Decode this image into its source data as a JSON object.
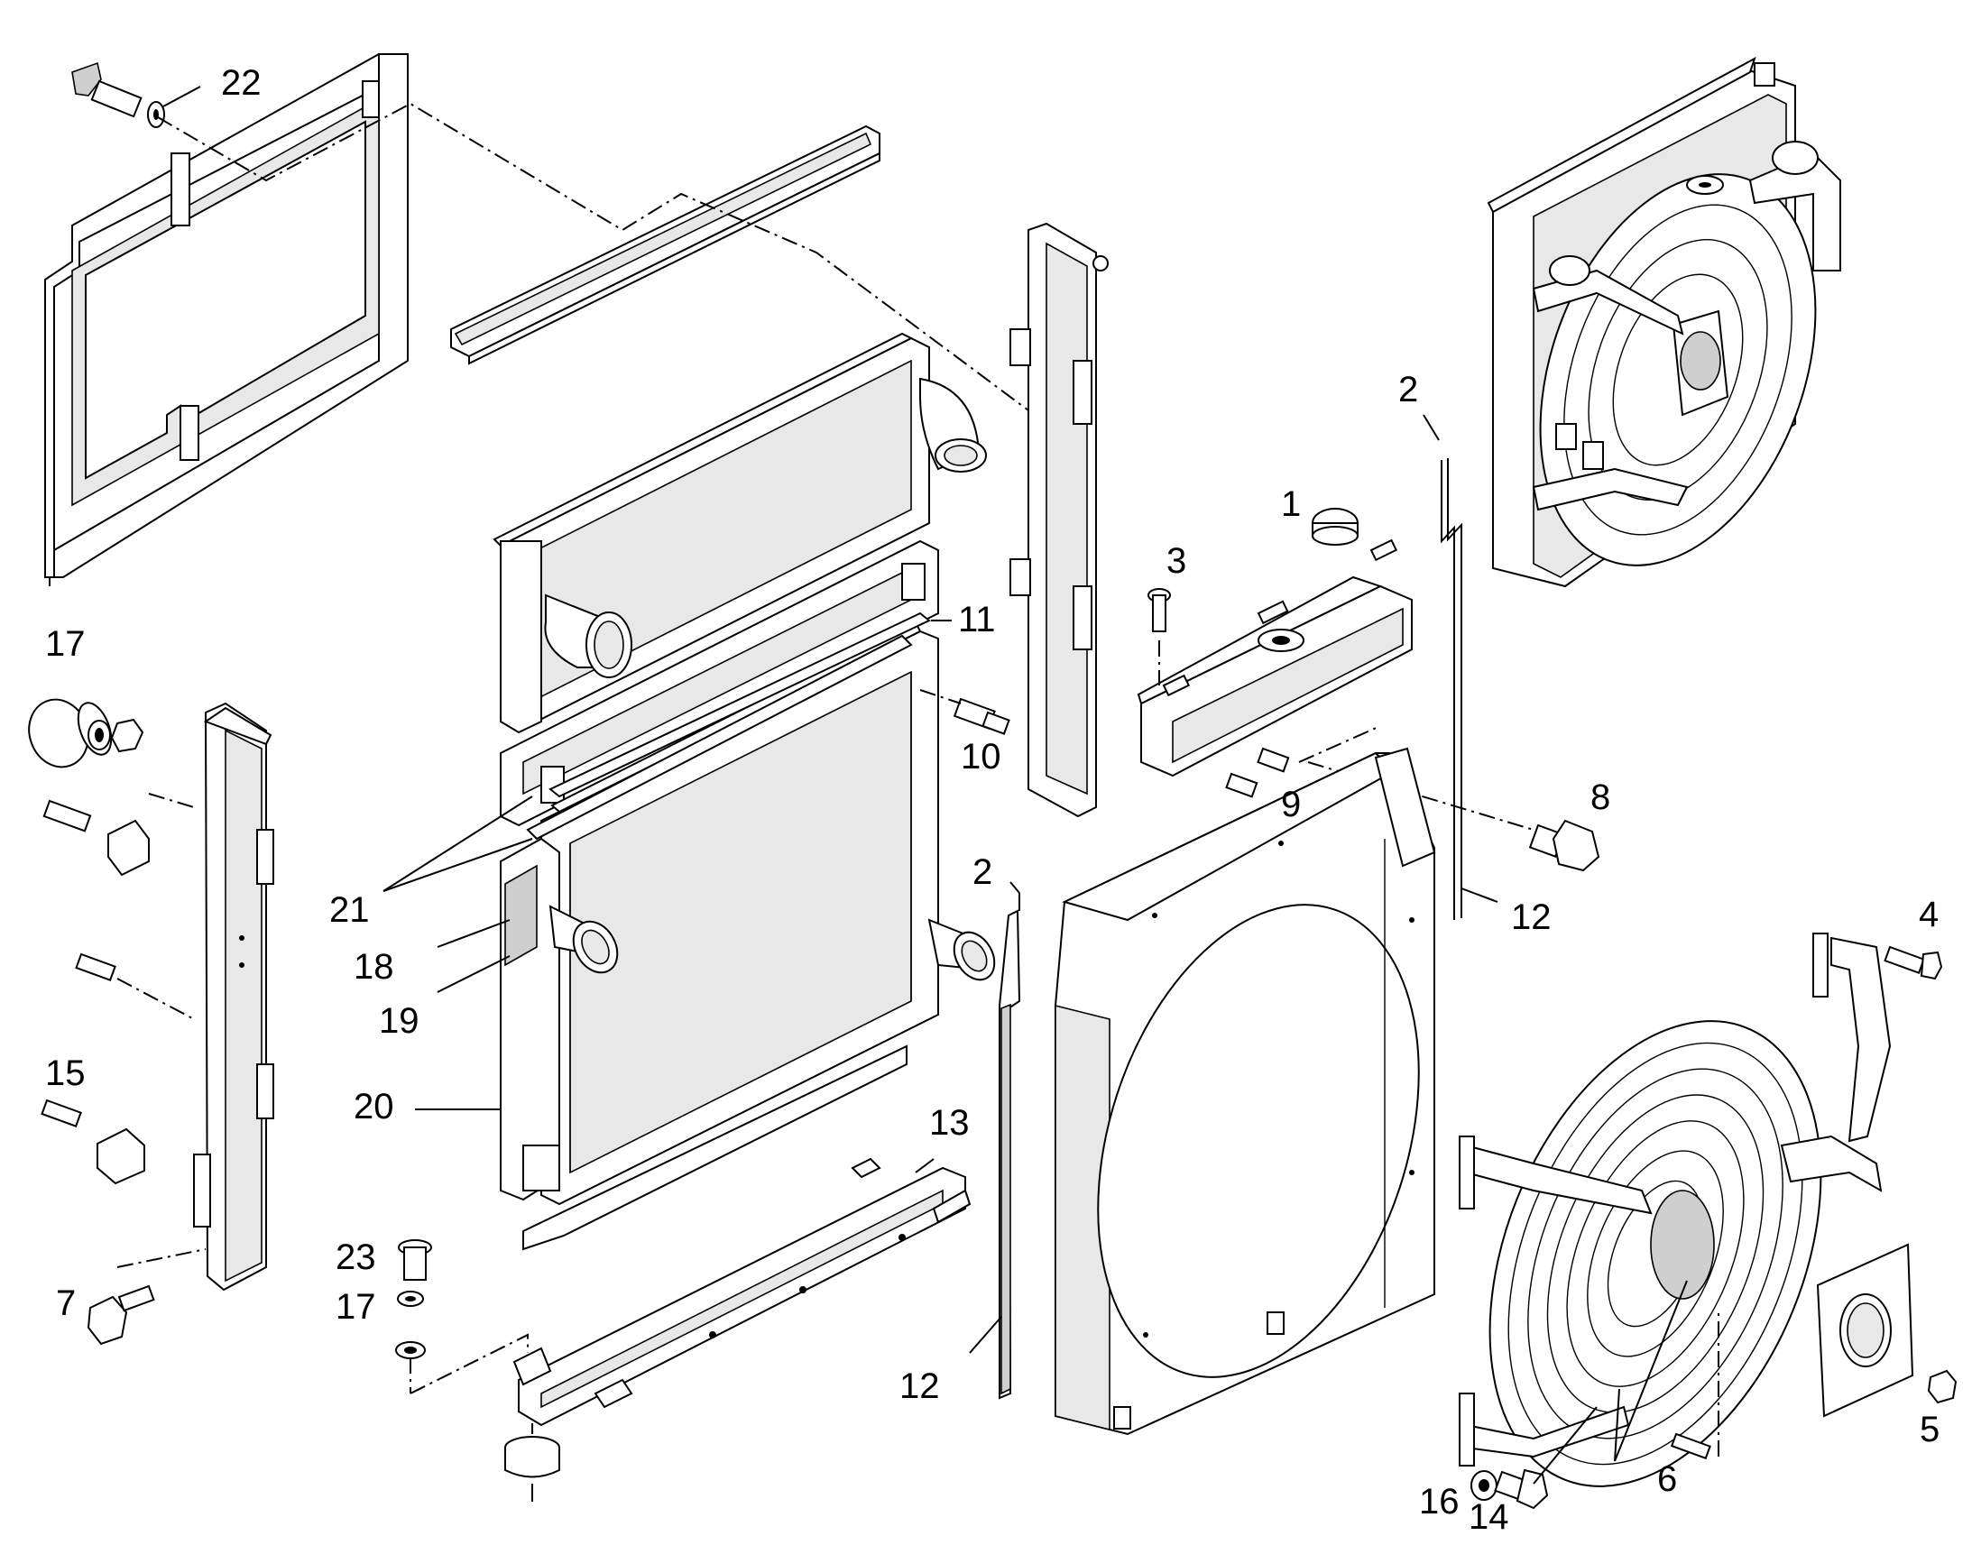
{
  "callouts": {
    "c1": "1",
    "c2a": "2",
    "c2b": "2",
    "c3": "3",
    "c4": "4",
    "c5": "5",
    "c6": "6",
    "c7": "7",
    "c8": "8",
    "c9": "9",
    "c10": "10",
    "c11": "11",
    "c12a": "12",
    "c12b": "12",
    "c13": "13",
    "c14": "14",
    "c15": "15",
    "c16": "16",
    "c17a": "17",
    "c17b": "17",
    "c18": "18",
    "c19": "19",
    "c20": "20",
    "c21": "21",
    "c22": "22",
    "c23": "23"
  }
}
